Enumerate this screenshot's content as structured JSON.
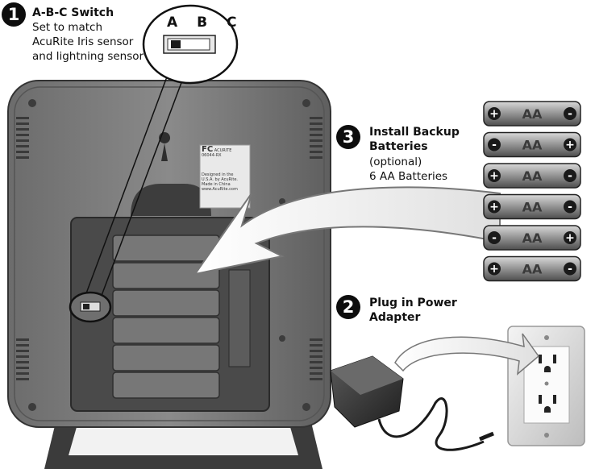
{
  "step1": {
    "number": "1",
    "title": "A-B-C Switch",
    "lines": [
      "Set to match",
      "AcuRite Iris sensor",
      "and lightning sensor"
    ]
  },
  "switch_letters": "A B C",
  "step3": {
    "number": "3",
    "title_lines": [
      "Install Backup",
      "Batteries"
    ],
    "lines": [
      "(optional)",
      "6 AA Batteries"
    ]
  },
  "step2": {
    "number": "2",
    "title_lines": [
      "Plug in Power",
      "Adapter"
    ]
  },
  "battery_label": "AA",
  "label_sticker": {
    "logo": "FC",
    "brand": "ACURITE",
    "model": "06044-RX",
    "lines": [
      "Designed in the",
      "U.S.A. by AcuRite.",
      "Made in China",
      "www.AcuRite.com"
    ]
  },
  "batteries": [
    {
      "left": "+",
      "right": "-"
    },
    {
      "left": "-",
      "right": "+"
    },
    {
      "left": "+",
      "right": "-"
    },
    {
      "left": "+",
      "right": "-"
    },
    {
      "left": "-",
      "right": "+"
    },
    {
      "left": "+",
      "right": "-"
    }
  ]
}
